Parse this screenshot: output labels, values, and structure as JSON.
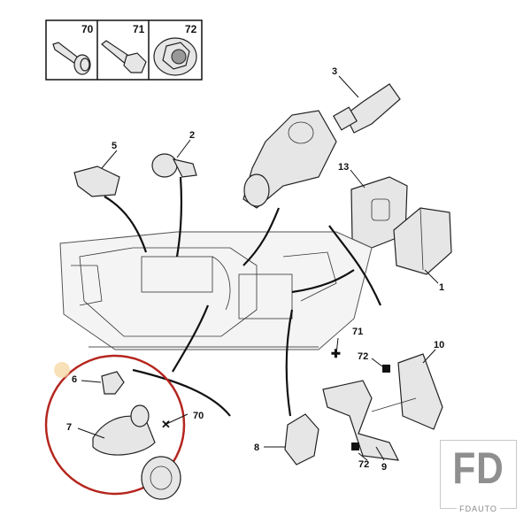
{
  "hardware_box": {
    "items": [
      {
        "label": "70",
        "part": "flanged-bolt"
      },
      {
        "label": "71",
        "part": "hex-bolt"
      },
      {
        "label": "72",
        "part": "flange-nut"
      }
    ]
  },
  "callouts": {
    "c3": "3",
    "c5": "5",
    "c2": "2",
    "c13": "13",
    "c1": "1",
    "c71": "71",
    "c10": "10",
    "c72a": "72",
    "c6": "6",
    "c70": "70",
    "c7": "7",
    "c8": "8",
    "c72b": "72",
    "c9": "9"
  },
  "highlight_color": "#b5261e",
  "logo": {
    "main": "FD",
    "sub": "FDAUTO"
  }
}
